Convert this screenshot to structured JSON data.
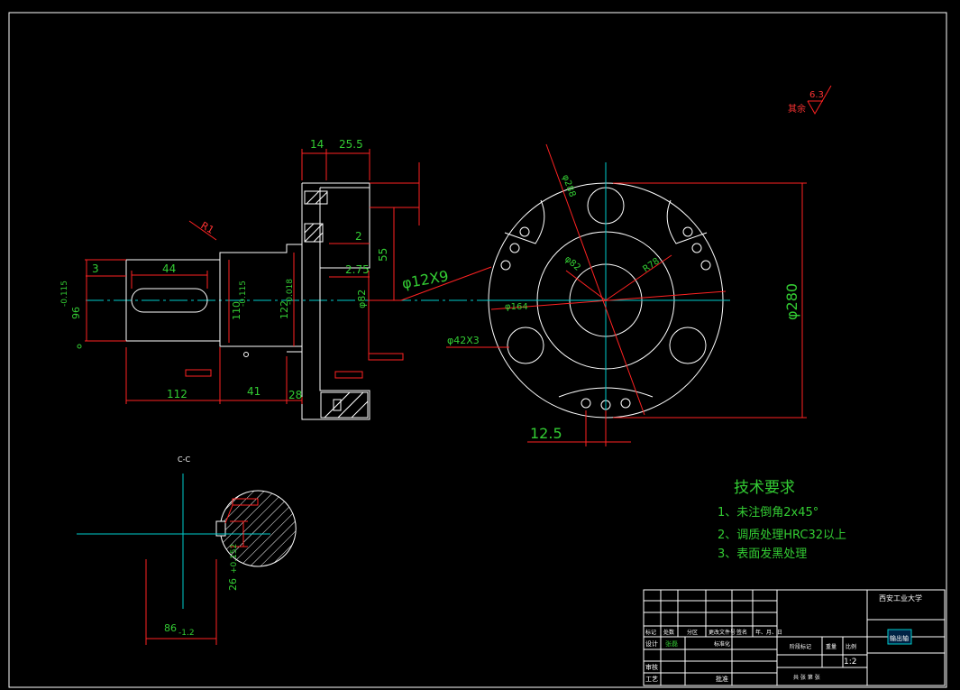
{
  "colors": {
    "background": "#000000",
    "outline": "#ffffff",
    "dimension": "#ff2222",
    "text": "#33cc33",
    "centerline": "#00cccc",
    "accent": "#ff00ff"
  },
  "roughness": {
    "symbol_value": "6.3",
    "note": "其余"
  },
  "dimensions_side": {
    "d14": "14",
    "d25_5": "25.5",
    "d2": "2",
    "d55": "55",
    "d2_75": "2.75",
    "d3": "3",
    "d44": "44",
    "d112": "112",
    "d41": "41",
    "d28": "28",
    "dia96": "96",
    "tol96": "-0.115",
    "dia110": "110",
    "tol110": "-0.115",
    "dia122": "122",
    "tol122": "-0.018",
    "dia82": "φ82",
    "r1": "R1"
  },
  "dimensions_face": {
    "d12x9": "φ12X9",
    "d42x3": "φ42X3",
    "d164": "φ164",
    "d82": "φ82",
    "r78": "R78",
    "d288": "φ288",
    "d280": "φ280",
    "d12_5": "12.5"
  },
  "section": {
    "label": "C-C",
    "width": "86",
    "width_tol": "-1.2",
    "height": "26",
    "height_tol": "+0.152"
  },
  "tech_requirements": {
    "title": "技术要求",
    "item1": "1、未注倒角2x45°",
    "item2": "2、调质处理HRC32以上",
    "item3": "3、表面发黑处理"
  },
  "title_block": {
    "school": "西安工业大学",
    "part_name": "输出轴",
    "row_labels": [
      "标记",
      "处数",
      "分区",
      "更改文件号",
      "签名",
      "年、月、日"
    ],
    "design": "设计",
    "designer": "张磊",
    "standard": "标准化",
    "review": "审核",
    "process": "工艺",
    "approve": "批准",
    "stage": "阶段标记",
    "weight": "重量",
    "scale": "比例",
    "scale_value": "1:2",
    "sheets": "共    张    第    张"
  }
}
